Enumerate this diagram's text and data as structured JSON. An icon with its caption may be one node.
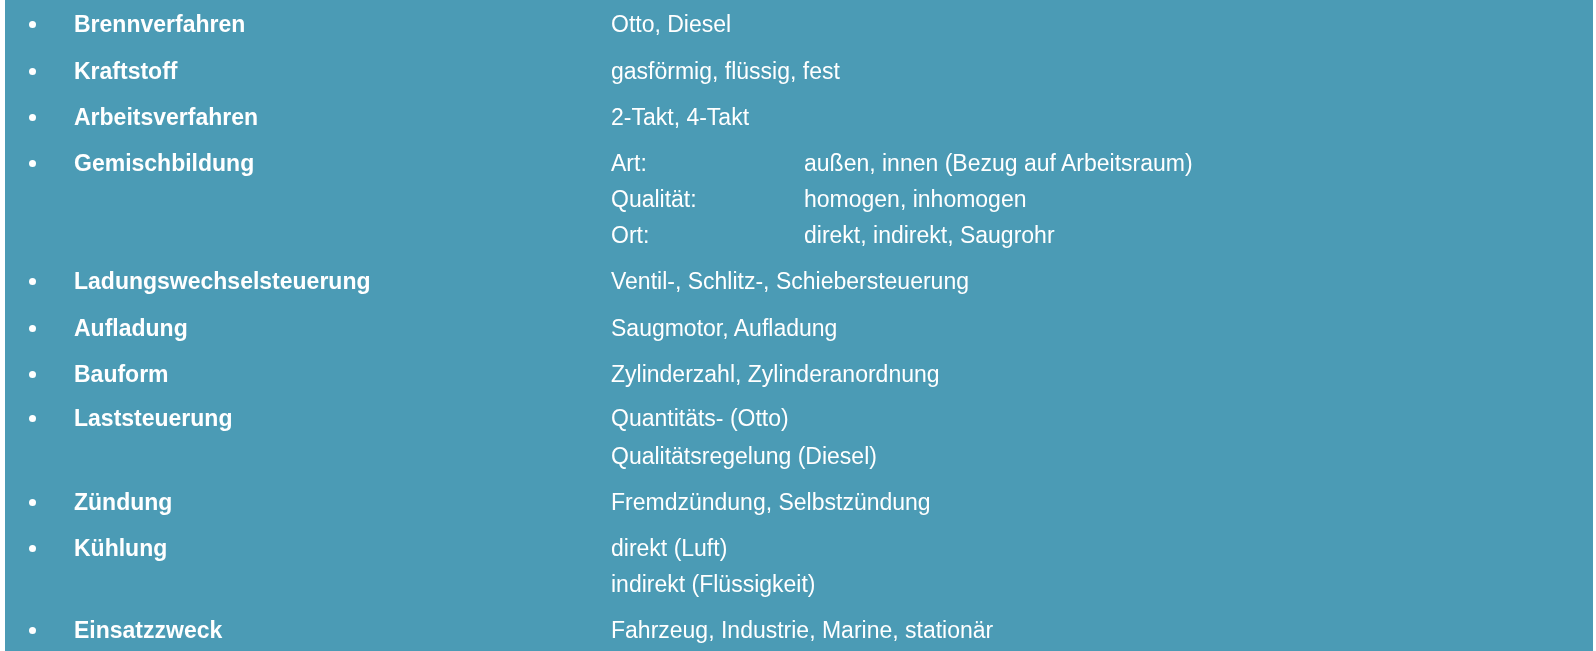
{
  "diagram": {
    "labels": [
      "Brennverfahren",
      "Otto, Diesel",
      "Kraftstoff",
      "gasförmig, flüssig, fest",
      "Arbeitsverfahren",
      "2-Takt, 4-Takt",
      "Gemischbildung",
      "Art:",
      "außen, innen (Bezug auf Arbeitsraum)",
      "Qualität:",
      "homogen, inhomogen",
      "Ort:",
      "direkt, indirekt, Saugrohr",
      "Ladungswechselsteuerung",
      "Ventil-, Schlitz-, Schiebersteuerung",
      "Aufladung",
      "Saugmotor, Aufladung",
      "Bauform",
      "Zylinderzahl, Zylinderanordnung",
      "Laststeuerung",
      "Quantitäts- (Otto)",
      "Qualitätsregelung (Diesel)",
      "Zündung",
      "Fremdzündung, Selbstzündung",
      "Kühlung",
      "direkt (Luft)",
      "indirekt (Flüssigkeit)",
      "Einsatzzweck",
      "Fahrzeug, Industrie, Marine, stationär"
    ]
  }
}
